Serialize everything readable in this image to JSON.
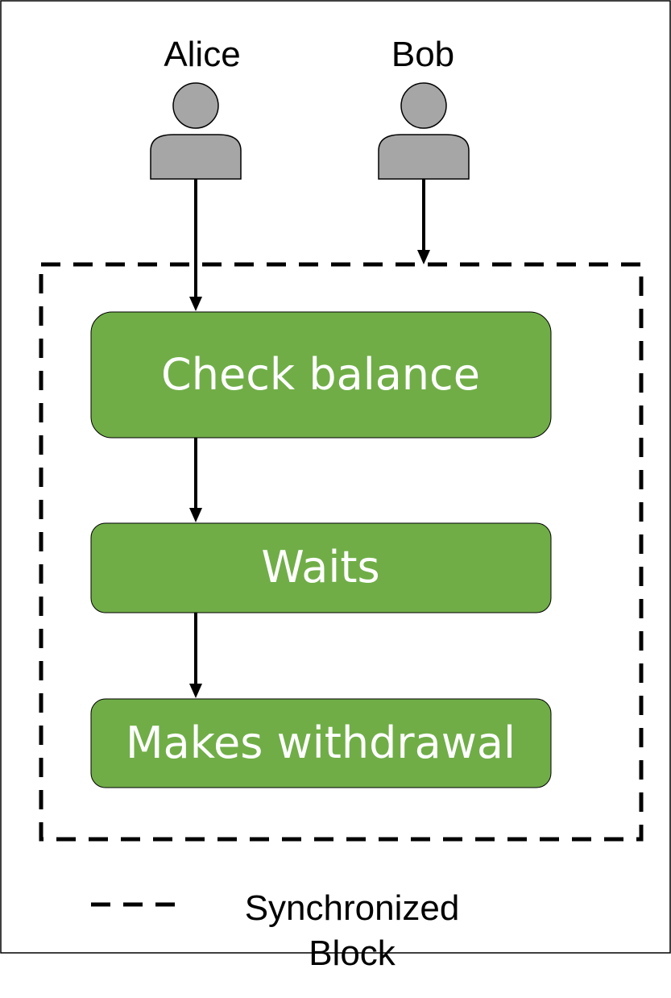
{
  "actors": [
    {
      "name": "Alice"
    },
    {
      "name": "Bob"
    }
  ],
  "steps": [
    {
      "label": "Check balance"
    },
    {
      "label": "Waits"
    },
    {
      "label": "Makes withdrawal"
    }
  ],
  "legend": {
    "line1": "Synchronized",
    "line2": "Block"
  },
  "colors": {
    "step_fill": "#70ad47",
    "actor_fill": "#a6a6a6",
    "stroke": "#000000",
    "step_text": "#ffffff"
  },
  "icons": {
    "actor": "person-icon"
  }
}
